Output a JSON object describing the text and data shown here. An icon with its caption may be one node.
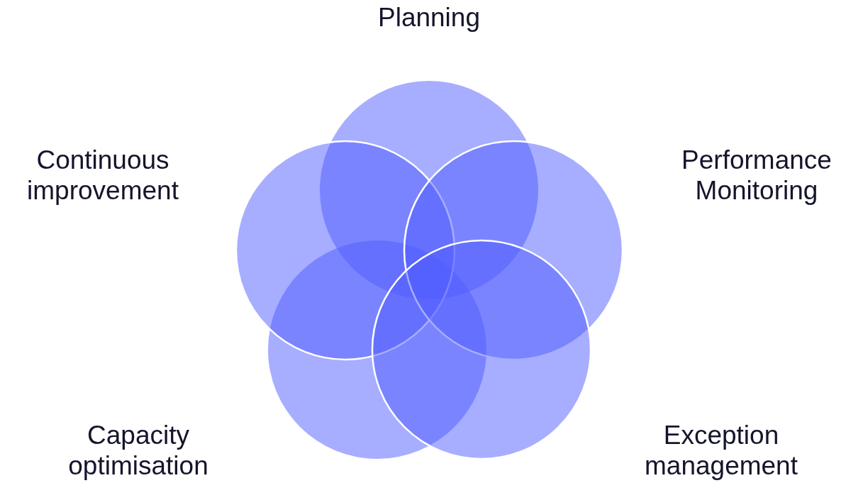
{
  "diagram": {
    "nodes": [
      {
        "text": [
          "Planning"
        ]
      },
      {
        "text": [
          "Continuous improvement"
        ]
      },
      {
        "text": [
          "Performance Monitoring"
        ]
      },
      {
        "text": [
          "Capacity optimisation"
        ]
      },
      {
        "text": [
          "Exception management"
        ]
      }
    ],
    "edges": []
  }
}
